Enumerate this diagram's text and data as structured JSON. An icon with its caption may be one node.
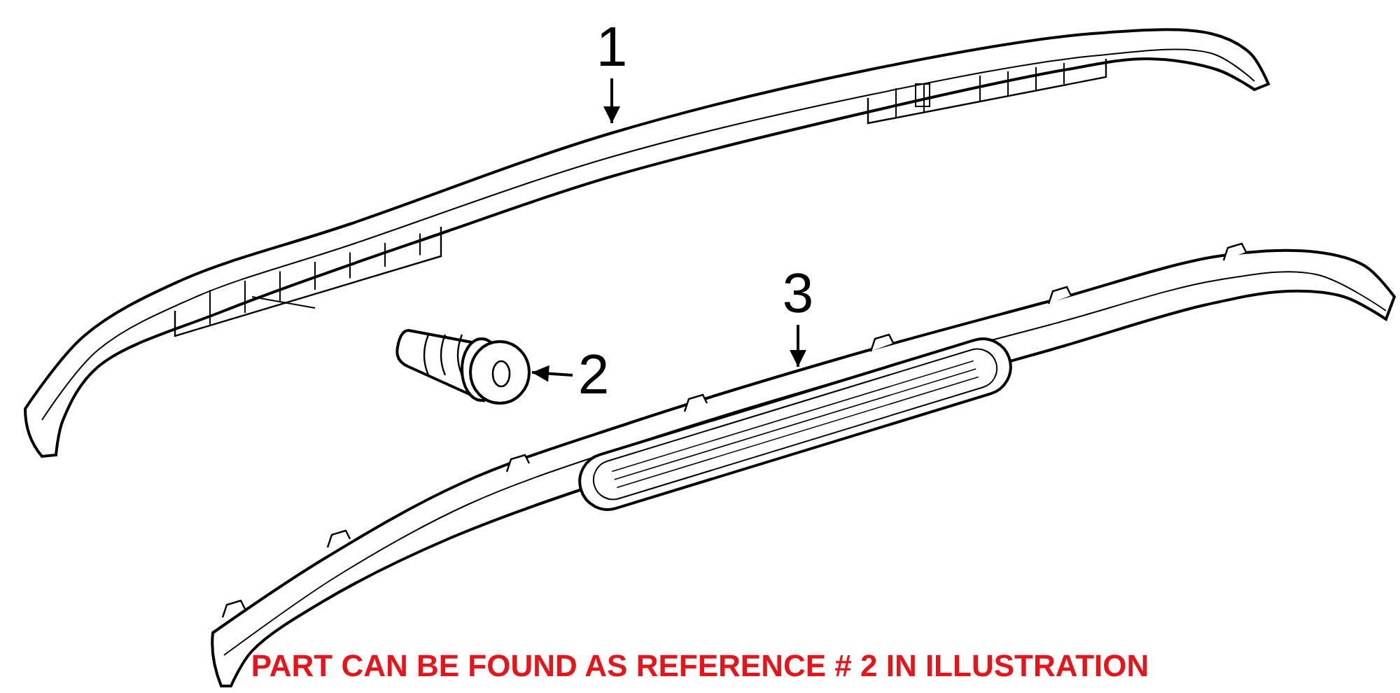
{
  "diagram": {
    "nodes": [
      {
        "text": [
          "1"
        ]
      },
      {
        "text": [],
        "shape": "picture"
      },
      {
        "text": [
          "2"
        ]
      },
      {
        "text": [],
        "shape": "picture"
      },
      {
        "text": [
          "3"
        ]
      },
      {
        "text": [],
        "shape": "picture"
      }
    ],
    "edges": [
      {
        "from": 0,
        "to": 1,
        "arrow": "to"
      },
      {
        "from": 2,
        "to": 3,
        "arrow": "to"
      },
      {
        "from": 4,
        "to": 5,
        "arrow": "to"
      }
    ],
    "labels": [
      "PART CAN BE FOUND AS REFERENCE # 2 IN ILLUSTRATION"
    ]
  }
}
